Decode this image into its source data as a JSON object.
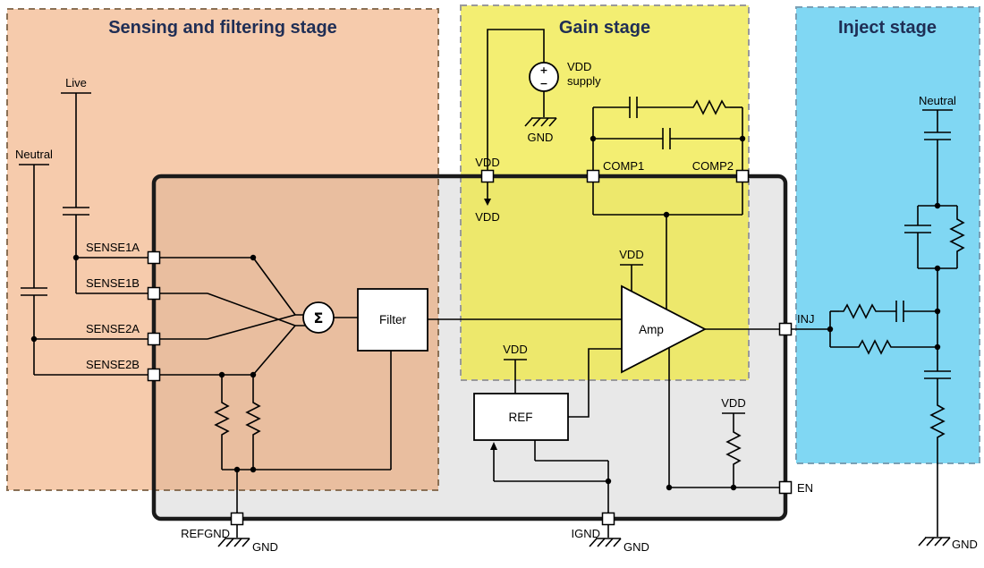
{
  "stages": {
    "sensing": {
      "title": "Sensing and filtering stage"
    },
    "gain": {
      "title": "Gain stage"
    },
    "inject": {
      "title": "Inject stage"
    }
  },
  "blocks": {
    "summer": "Σ",
    "filter": "Filter",
    "amp": "Amp",
    "ref": "REF"
  },
  "source": {
    "plus": "+",
    "minus": "−",
    "label_line1": "VDD",
    "label_line2": "supply"
  },
  "nets": {
    "live": "Live",
    "neutral": "Neutral",
    "sense1a": "SENSE1A",
    "sense1b": "SENSE1B",
    "sense2a": "SENSE2A",
    "sense2b": "SENSE2B",
    "vdd": "VDD",
    "comp1": "COMP1",
    "comp2": "COMP2",
    "inj": "INJ",
    "en": "EN",
    "refgnd": "REFGND",
    "ignd": "IGND",
    "gnd": "GND"
  },
  "colors": {
    "sensing_fill": "#ec8c46",
    "gain_fill": "#eee83c",
    "inject_fill": "#32beeb",
    "ic_fill": "#e8e8e8",
    "ic_border": "#1a1a1a",
    "title_text": "#1f2e55",
    "wire": "#000000"
  }
}
